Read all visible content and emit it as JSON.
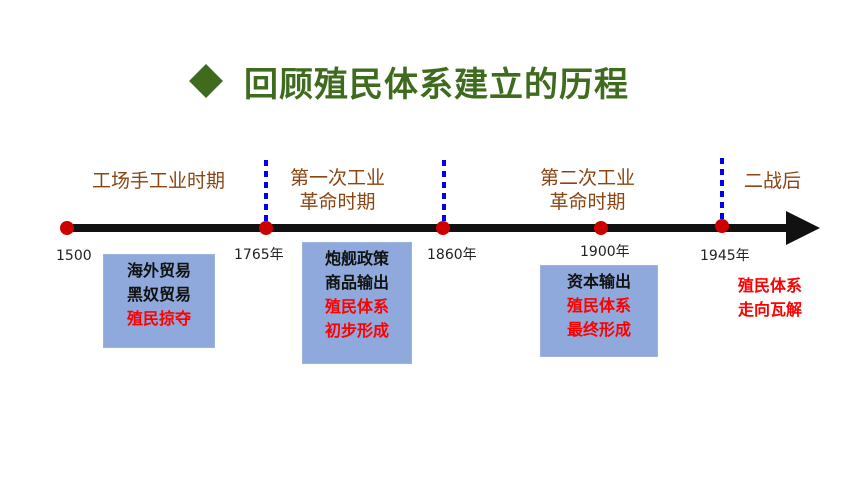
{
  "title": "回顾殖民体系建立的历程",
  "periods": [
    {
      "lines": [
        "工场手工业时期"
      ]
    },
    {
      "lines": [
        "第一次工业",
        "革命时期"
      ]
    },
    {
      "lines": [
        "第二次工业",
        "革命时期"
      ]
    },
    {
      "lines": [
        "二战后"
      ]
    }
  ],
  "dates": [
    "1500",
    "1765年",
    "1860年",
    "1900年",
    "1945年"
  ],
  "boxes": [
    {
      "lines": [
        "海外贸易",
        "黑奴贸易"
      ],
      "red_lines": [
        "殖民掠夺"
      ]
    },
    {
      "lines": [
        "炮舰政策",
        "商品输出"
      ],
      "red_lines": [
        "殖民体系",
        "初步形成"
      ]
    },
    {
      "lines": [
        "资本输出"
      ],
      "red_lines": [
        "殖民体系",
        "最终形成"
      ]
    },
    {
      "lines": [],
      "red_lines": [
        "殖民体系",
        "走向瓦解"
      ]
    }
  ],
  "colors": {
    "title": "#3f6b1e",
    "period_text": "#8b4513",
    "axis": "#111111",
    "dot": "#cc0000",
    "divider": "#0000ee",
    "box_fill": "#8fa9dc",
    "highlight_text": "#ff0000"
  }
}
